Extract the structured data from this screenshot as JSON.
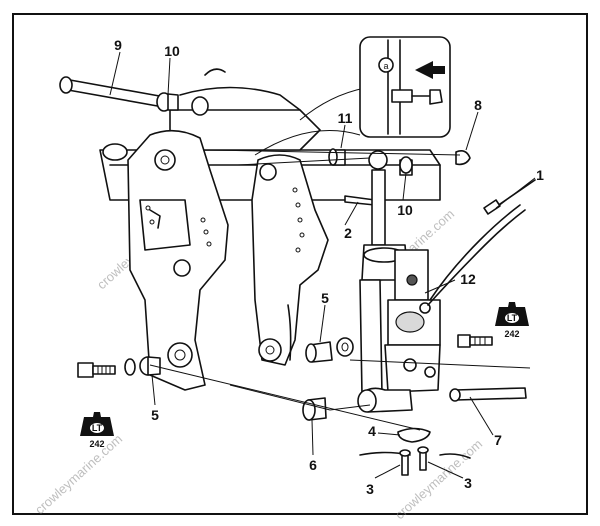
{
  "callouts": {
    "c1": "1",
    "c2": "2",
    "c3a": "3",
    "c3b": "3",
    "c4": "4",
    "c5a": "5",
    "c5b": "5",
    "c6": "6",
    "c7": "7",
    "c8": "8",
    "c9": "9",
    "c10a": "10",
    "c10b": "10",
    "c11": "11",
    "c12": "12"
  },
  "inset": {
    "marker": "a"
  },
  "locktite": {
    "symbol": "LT",
    "code_left": "242",
    "code_right": "242"
  },
  "watermarks": [
    "crowleymarine.com",
    "crowleymarine.com",
    "crowleymarine.com",
    "crowleymarine.com"
  ],
  "colors": {
    "ink": "#111111",
    "paper": "#ffffff",
    "watermark": "#8a8a8a"
  }
}
